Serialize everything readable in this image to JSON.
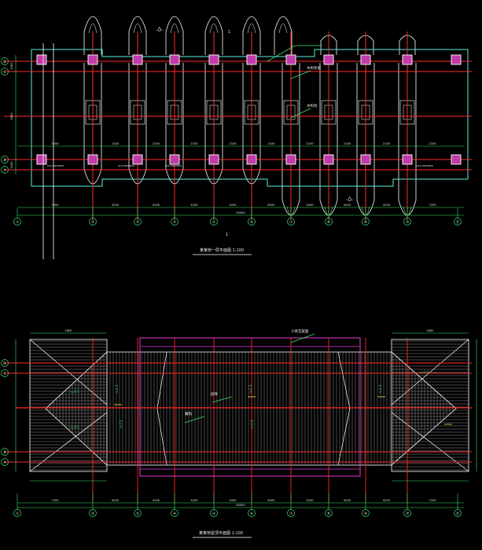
{
  "colors": {
    "background": "#000000",
    "outline": "#58f0d8",
    "axis": "#ff2a2a",
    "dimension": "#39e36a",
    "line_white": "#ffffff",
    "column_fill": "#c03ca8",
    "column_edge": "#ffffff",
    "magenta": "#e83ad8",
    "roof_hatch": "#b8b8b8",
    "text": "#e8e8e8",
    "yellow": "#f2e64a"
  },
  "plan": {
    "title": "某某桥一层平面图 1:100",
    "subtitle": "",
    "axis_numbers": [
      "①",
      "②",
      "③",
      "④",
      "⑤",
      "⑥",
      "⑦",
      "⑧",
      "⑨",
      "⑩",
      "⑪"
    ],
    "row_letters": [
      "D",
      "C",
      "B",
      "A"
    ],
    "dims_top": [
      "1000",
      "2100",
      "2100",
      "2100",
      "2100",
      "2100",
      "2100",
      "2100",
      "2100",
      "2100"
    ],
    "dims_bottom": [
      "7200",
      "4200",
      "4200",
      "4200",
      "4200",
      "8200",
      "4200",
      "4200",
      "4200",
      "7200"
    ],
    "total_dim": "40000",
    "left_dims": [
      "1000",
      "3600",
      "1000"
    ],
    "notes": [
      "木构架梁",
      "木构柱",
      "石墩"
    ]
  },
  "roof": {
    "title": "某某桥屋顶平面图 1:100",
    "axis_numbers": [
      "①",
      "②",
      "③",
      "④",
      "⑤",
      "⑥",
      "⑦",
      "⑧",
      "⑨",
      "⑩",
      "⑪"
    ],
    "row_letters": [
      "D",
      "C",
      "B",
      "A"
    ],
    "slope_labels": [
      "i=1:3",
      "i=1:3",
      "i=1:3",
      "i=1:3",
      "i=1:3",
      "i=1:3",
      "i=1:3",
      "i=1:3"
    ],
    "dims_top": [
      "1800",
      "1800"
    ],
    "dims_bottom": [
      "7200",
      "4200",
      "4200",
      "4200",
      "4200",
      "8200",
      "4200",
      "4200",
      "4200",
      "7200"
    ],
    "total_dim": "40000",
    "notes": [
      "小青瓦屋面",
      "屋脊",
      "翼角"
    ]
  }
}
